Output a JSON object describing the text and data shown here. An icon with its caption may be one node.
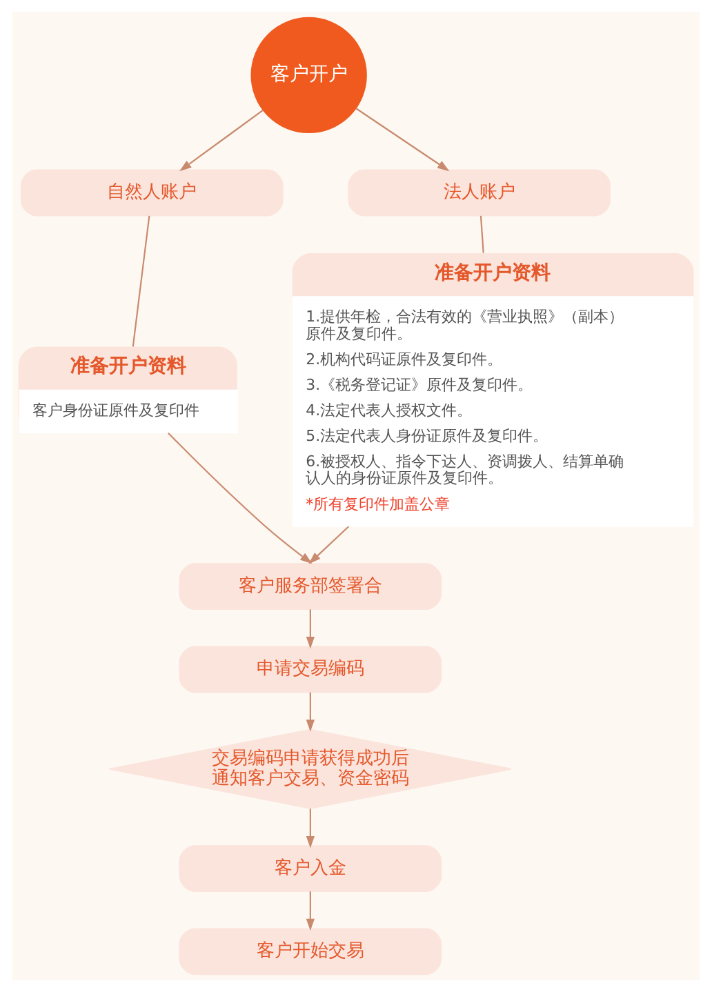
{
  "diagram": {
    "nodes": [
      {
        "text": [
          "客户开户"
        ]
      },
      {
        "text": [
          "自然人账户"
        ]
      },
      {
        "text": [
          "法人账户"
        ]
      },
      {
        "text": [
          "准备开户资料",
          "客户身份证原件及复印件"
        ]
      },
      {
        "text": [
          "准备开户资料",
          "1.提供年检，合法有效的《营业执照》（副本）原件及复印件。",
          "2.机构代码证原件及复印件。",
          "3.《税务登记证》原件及复印件。",
          "4.法定代表人授权文件。",
          "5.法定代表人身份证原件及复印件。",
          "6.被授权人、指令下达人、资调拨人、结算单确认人的身份证原件及复印件。",
          "*所有复印件加盖公章"
        ]
      },
      {
        "text": [
          "客户服务部签署合"
        ]
      },
      {
        "text": [
          "申请交易编码"
        ]
      },
      {
        "text": [
          "交易编码申请获得成功后通知客户交易、资金密码"
        ]
      },
      {
        "text": [
          "客户入金"
        ]
      },
      {
        "text": [
          "客户开始交易"
        ]
      }
    ],
    "edges": [
      {
        "from": 0,
        "to": 1,
        "arrow": "to"
      },
      {
        "from": 0,
        "to": 2,
        "arrow": "to"
      },
      {
        "from": 1,
        "to": 3,
        "arrow": "none"
      },
      {
        "from": 2,
        "to": 4,
        "arrow": "none"
      },
      {
        "from": 3,
        "to": 5,
        "arrow": "to"
      },
      {
        "from": 4,
        "to": 5,
        "arrow": "to"
      },
      {
        "from": 5,
        "to": 6,
        "arrow": "to"
      },
      {
        "from": 6,
        "to": 7,
        "arrow": "to"
      },
      {
        "from": 7,
        "to": 8,
        "arrow": "to"
      },
      {
        "from": 8,
        "to": 9,
        "arrow": "to"
      }
    ]
  }
}
